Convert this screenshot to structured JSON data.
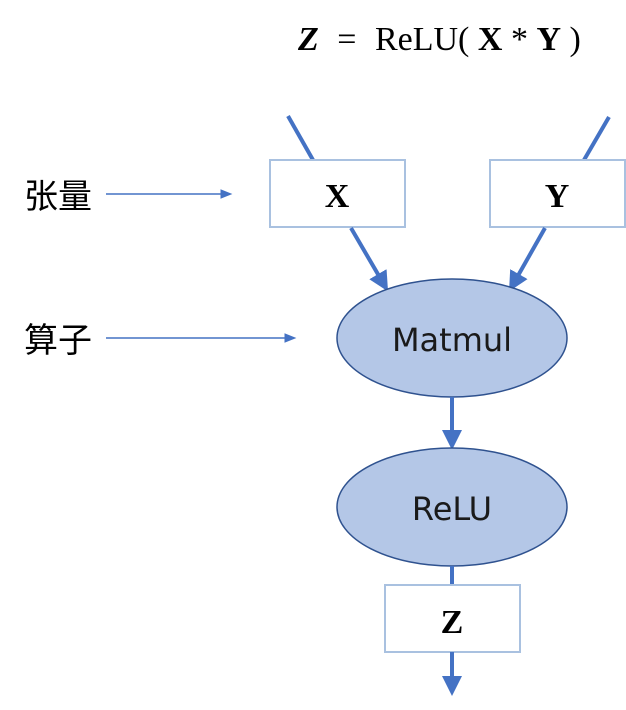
{
  "formula": {
    "lhs": "Z",
    "equals": "=",
    "func": "ReLU(",
    "arg1": "X",
    "op": "*",
    "arg2": "Y",
    "close": ")"
  },
  "labels": {
    "tensor": "张量",
    "operator": "算子"
  },
  "nodes": {
    "x": "X",
    "y": "Y",
    "matmul": "Matmul",
    "relu": "ReLU",
    "z": "Z"
  },
  "colors": {
    "edge": "#4472C4",
    "op_fill": "#B4C7E7",
    "op_stroke": "#2F528F",
    "tensor_stroke": "#A9C1E0",
    "text": "#000000"
  }
}
